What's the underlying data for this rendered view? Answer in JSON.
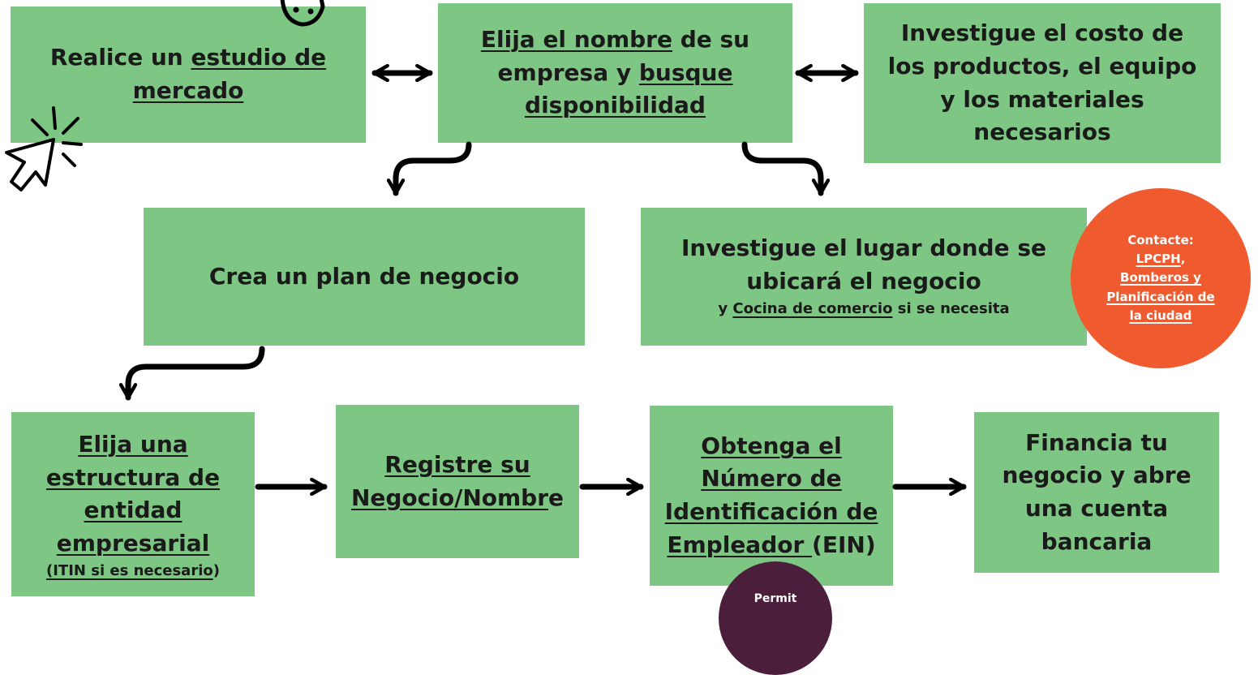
{
  "boxes": {
    "market_study": {
      "t1": "Realice un ",
      "t2": "estudio de",
      "t3": "mercado"
    },
    "company_name": {
      "t1": "Elija el nombre",
      "t2": " de su",
      "t3": "empresa y ",
      "t4": "busque",
      "t5": "disponibilidad"
    },
    "research_costs": {
      "l1": "Investigue el costo de",
      "l2": "los productos, el equipo",
      "l3": "y los materiales",
      "l4": "necesarios"
    },
    "business_plan": {
      "text": "Crea un plan de negocio"
    },
    "location": {
      "l1": "Investigue el lugar donde se",
      "l2": "ubicará el negocio",
      "s1": "y ",
      "s2": "Cocina de comercio",
      "s3": " si se necesita"
    },
    "entity_structure": {
      "l1": "Elija una",
      "l2": "estructura de",
      "l3": "entidad",
      "l4": "empresarial",
      "s1": "(ITIN si es necesario",
      "s2": ")"
    },
    "register": {
      "l1": "Registre su",
      "l2a": "Negocio/Nombr",
      "l2b": "e"
    },
    "ein": {
      "l1": "Obtenga el",
      "l2": "Número de",
      "l3": "Identificación de",
      "l4a": "Empleador ",
      "l4b": "(EIN)"
    },
    "finance": {
      "l1": "Financia tu",
      "l2": "negocio y abre",
      "l3": "una cuenta",
      "l4": "bancaria"
    }
  },
  "contact_circle": {
    "l1": "Contacte:",
    "l2a": "LPCPH",
    "l2b": ",",
    "l3": "Bomberos y",
    "l4": "Planificación de",
    "l5": "la ciudad"
  },
  "bottom_circle": {
    "text": "Permit"
  },
  "colors": {
    "box_green": "#7ec683",
    "circle_orange": "#ef5a2f",
    "circle_purple": "#4b1f3c",
    "arrow": "#000000"
  },
  "icons": [
    "cursor-click-icon",
    "mask-icon"
  ]
}
